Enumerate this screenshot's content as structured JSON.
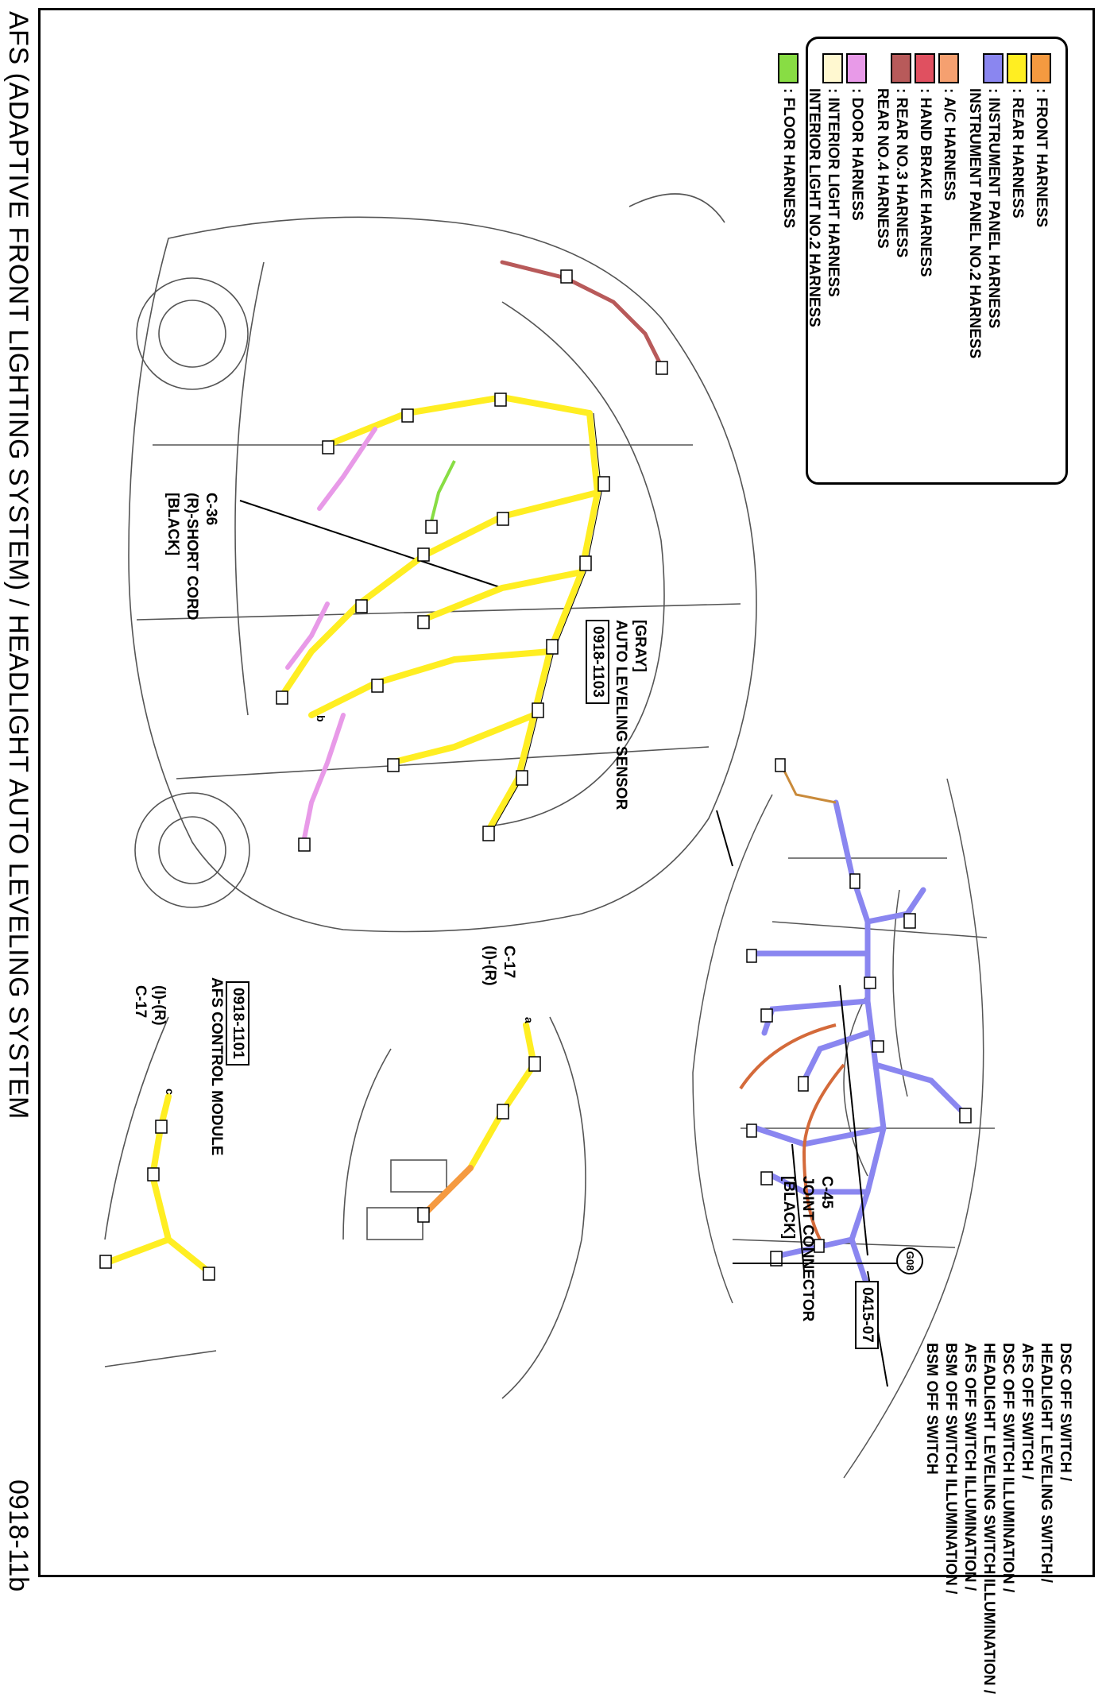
{
  "header": {
    "title": "AFS (ADAPTIVE FRONT LIGHTING SYSTEM) / HEADLIGHT AUTO LEVELING SYSTEM",
    "page_code": "0918-11b"
  },
  "legend": {
    "items": [
      {
        "label": ": FRONT HARNESS",
        "color": "#f59a40"
      },
      {
        "label": ": REAR HARNESS",
        "color": "#ffee22"
      },
      {
        "label": ": INSTRUMENT PANEL HARNESS",
        "label2": "INSTRUMENT PANEL NO.2 HARNESS",
        "color": "#8a86f0"
      },
      {
        "label": ": A/C HARNESS",
        "color": "#f5a070"
      },
      {
        "label": ": HAND BRAKE HARNESS",
        "color": "#e05060"
      },
      {
        "label": ": REAR NO.3 HARNESS",
        "label2": "REAR NO.4 HARNESS",
        "color": "#b85a5a"
      },
      {
        "label": ": DOOR HARNESS",
        "color": "#e89ae8"
      },
      {
        "label": ": INTERIOR LIGHT HARNESS",
        "label2": "INTERIOR LIGHT NO.2 HARNESS",
        "color": "#fff8d0"
      },
      {
        "label": ": FLOOR HARNESS",
        "color": "#88dd44"
      }
    ]
  },
  "callouts": {
    "switch_lines": [
      "DSC OFF SWITCH /",
      "HEADLIGHT LEVELING SWITCH /",
      "AFS OFF SWITCH /",
      "DSC OFF SWITCH ILLUMINATION /",
      "HEADLIGHT LEVELING SWITCH ILLUMINATION /",
      "AFS OFF SWITCH ILLUMINATION /",
      "BSM OFF SWITCH ILLUMINATION /",
      "BSM OFF SWITCH"
    ],
    "switch_code": "0415-07",
    "ground": "G08",
    "c45_lines": [
      "C-45",
      "JOINT CONNECTOR",
      "[BLACK]"
    ],
    "c17_top_lines": [
      "C-17",
      "(I)-(R)"
    ],
    "afs_module_code": "0918-1101",
    "afs_module_label": "AFS CONTROL MODULE",
    "sensor_lines": [
      "[GRAY]",
      "AUTO LEVELING SENSOR"
    ],
    "sensor_code": "0918-1103",
    "c36_lines": [
      "C-36",
      "(R)-SHORT CORD",
      "[BLACK]"
    ],
    "c17_bottom_lines": [
      "(I)-(R)",
      "C-17"
    ],
    "ref_a": "a",
    "ref_b": "b",
    "ref_c": "c"
  }
}
